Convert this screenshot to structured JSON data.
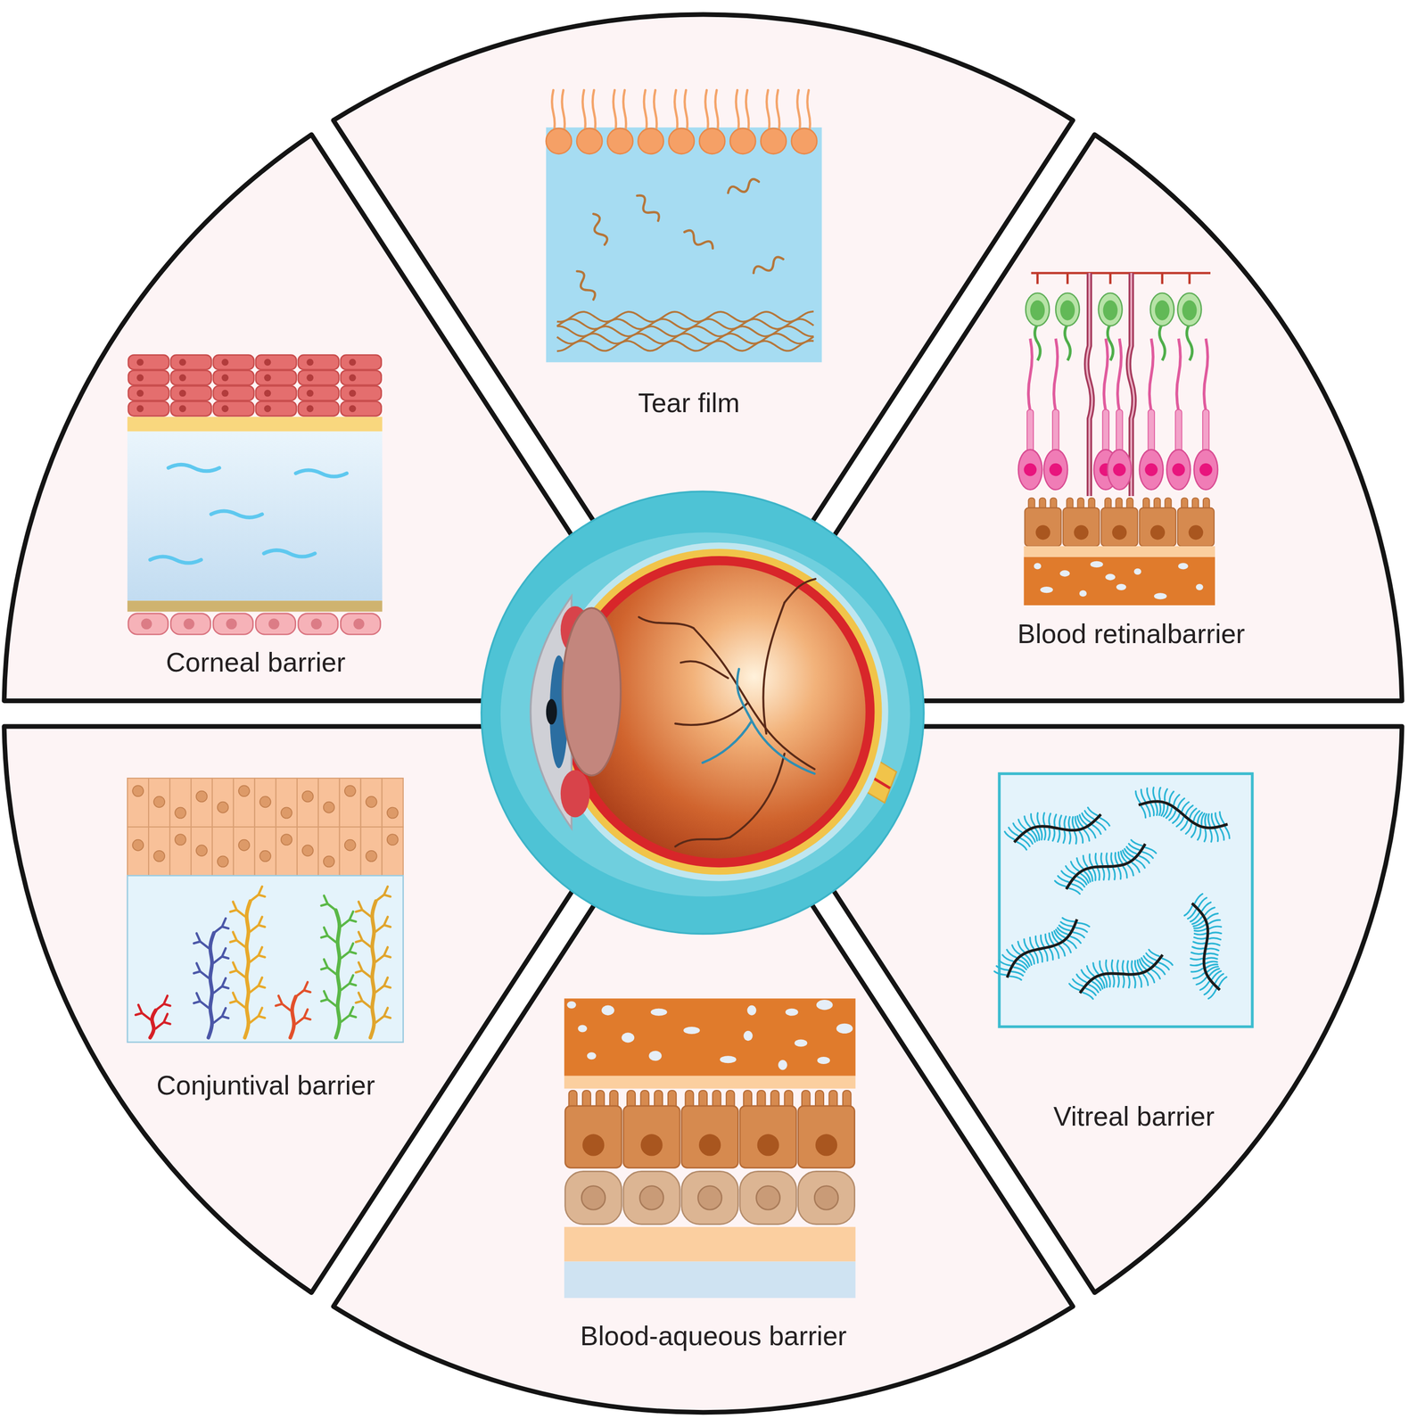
{
  "diagram": {
    "nodes": [
      {
        "text": [
          "Tear film"
        ]
      },
      {
        "text": [
          "Blood retinalbarrier"
        ]
      },
      {
        "text": [
          "Vitreal barrier"
        ]
      },
      {
        "text": [
          "Blood-aqueous barrier"
        ]
      },
      {
        "text": [
          "Conjuntival barrier"
        ]
      },
      {
        "text": [
          "Corneal barrier"
        ]
      }
    ]
  }
}
